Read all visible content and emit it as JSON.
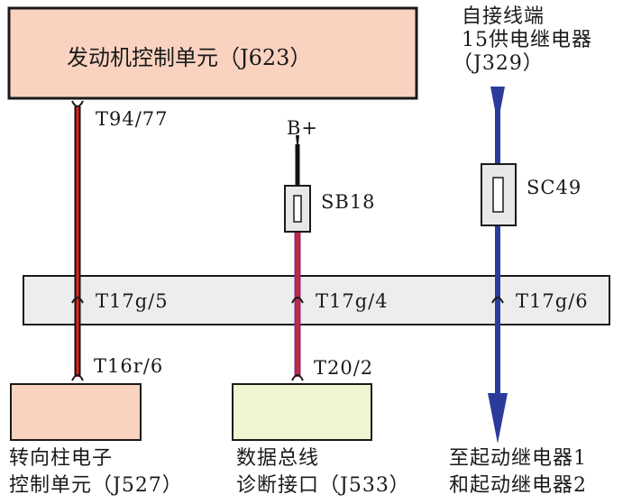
{
  "colors": {
    "ecu_fill": "#fad3c0",
    "module_fill": "#fad3c0",
    "gateway_fill": "#eef6cf",
    "bus_fill": "#ededed",
    "fuse_fill": "#e8e8e8",
    "wire_red": "#e8231c",
    "wire_black": "#111111",
    "wire_purple": "#8a2d7a",
    "wire_blue": "#2b3b9c",
    "outline": "#1a1a1a"
  },
  "icons": {
    "connector": "connector-pin-icon",
    "fuse": "fuse-icon",
    "arrow": "arrow-down-icon"
  },
  "ecu": {
    "label": "发动机控制单元（J623）"
  },
  "relay_source": {
    "line1": "自接线端",
    "line2": "15供电继电器",
    "line3": "（J329）"
  },
  "battery": {
    "label": "B+"
  },
  "fuses": [
    {
      "id": "sb18",
      "label": "SB18"
    },
    {
      "id": "sc49",
      "label": "SC49"
    }
  ],
  "pins": {
    "ecu_pin": "T94/77",
    "bus_pin_left": "T17g/5",
    "bus_pin_mid": "T17g/4",
    "bus_pin_right": "T17g/6",
    "module_pin_left": "T16r/6",
    "module_pin_mid": "T20/2"
  },
  "modules": {
    "steering": {
      "line1": "转向柱电子",
      "line2": "控制单元（J527）"
    },
    "gateway": {
      "line1": "数据总线",
      "line2": "诊断接口（J533）"
    },
    "relays": {
      "line1": "至起动继电器1",
      "line2": "和起动继电器2"
    }
  }
}
